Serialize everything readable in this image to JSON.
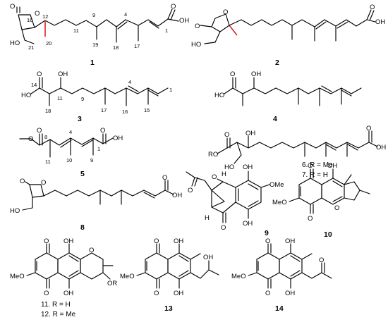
{
  "figure": {
    "compounds": [
      {
        "id": "c1",
        "label": "1",
        "atoms": {
          "o_ring": "O",
          "o_carbonyl": "O",
          "oh_ester": "HO",
          "oh_acid": "OH",
          "o_acid": "O"
        },
        "numbering": {
          "n16": "16",
          "n12": "12",
          "n11": "11",
          "n9": "9",
          "n4": "4",
          "n1": "1",
          "n21": "21",
          "n20": "20",
          "n19": "19",
          "n18": "18",
          "n17": "17"
        }
      },
      {
        "id": "c2",
        "label": "2",
        "atoms": {
          "o_ring": "O",
          "o_carbonyl": "O",
          "oh_ester": "HO",
          "oh_acid": "OH",
          "o_acid": "O"
        }
      },
      {
        "id": "c3",
        "label": "3",
        "atoms": {
          "oh": "OH",
          "oh_acid": "HO",
          "o_acid": "O"
        },
        "numbering": {
          "n14": "14",
          "n11": "11",
          "n9": "9",
          "n4": "4",
          "n1": "1",
          "n18": "18",
          "n17": "17",
          "n16": "16",
          "n15": "15"
        }
      },
      {
        "id": "c4",
        "label": "4",
        "atoms": {
          "oh": "OH",
          "oh_acid": "HO",
          "o_acid": "O"
        }
      },
      {
        "id": "c5",
        "label": "5",
        "atoms": {
          "o_ester": "O",
          "o_carbonyl": "O",
          "oh_acid": "OH",
          "o_acid": "O"
        },
        "numbering": {
          "n8": "8",
          "n4": "4",
          "n1": "1",
          "n11": "11",
          "n10": "10",
          "n9": "9"
        }
      },
      {
        "id": "c6_7",
        "label": "6. R = Me",
        "label2": "7. R = H",
        "atoms": {
          "oh": "OH",
          "r": "RO",
          "o_carbonyl": "O",
          "ho": "HO",
          "oh_acid": "OH",
          "o_acid": "O"
        }
      },
      {
        "id": "c8",
        "label": "8",
        "atoms": {
          "o_ring": "O",
          "o_carbonyl": "O",
          "ho": "HO",
          "oh_acid": "OH",
          "o_acid": "O"
        }
      },
      {
        "id": "c9",
        "label": "9",
        "atoms": {
          "o_ketone": "O",
          "o_bridge": "O",
          "h_top": "H",
          "h_bottom": "H",
          "oh_top": "OH",
          "ome": "OMe",
          "o_carbonyl": "O",
          "oh_bottom": "OH"
        }
      },
      {
        "id": "c10",
        "label": "10",
        "atoms": {
          "oh": "OH",
          "o_top": "O",
          "meo": "MeO",
          "o_bottom": "O",
          "o_furan": "O"
        }
      },
      {
        "id": "c11_12",
        "label": "11. R = H",
        "label2": "12. R = Me",
        "atoms": {
          "o_top": "O",
          "oh_top": "OH",
          "o_pyran": "O",
          "meo": "MeO",
          "o_bottom": "O",
          "oh_bottom": "OH",
          "or": "OR"
        }
      },
      {
        "id": "c13",
        "label": "13",
        "atoms": {
          "o_top": "O",
          "oh_top": "OH",
          "oh_side": "OH",
          "meo": "MeO",
          "o_bottom": "O",
          "oh_bottom": "OH"
        }
      },
      {
        "id": "c14",
        "label": "14",
        "atoms": {
          "o_top": "O",
          "oh_top": "OH",
          "meo": "MeO",
          "o_bottom": "O",
          "oh_bottom": "OH",
          "o_ketone": "O"
        }
      }
    ]
  }
}
